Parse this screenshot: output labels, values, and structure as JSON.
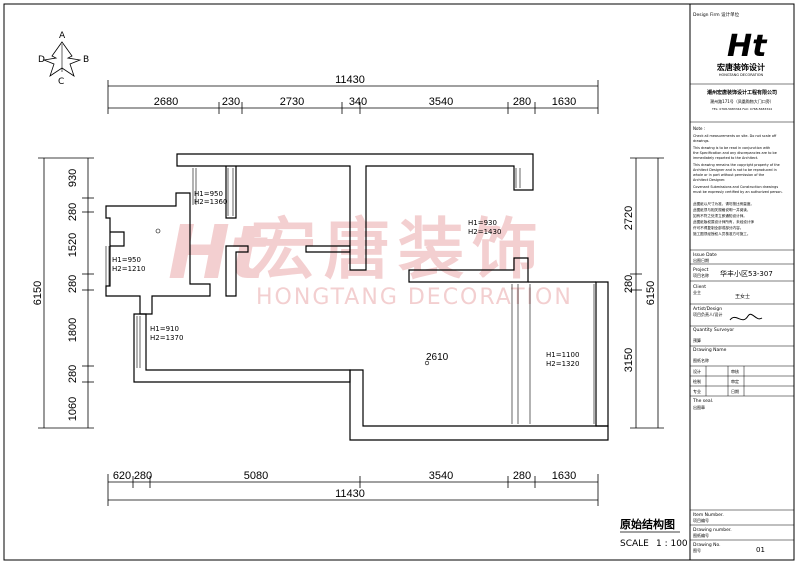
{
  "compass": {
    "a": "A",
    "b": "B",
    "c": "C",
    "d": "D"
  },
  "dims_top": {
    "total": "11430",
    "segments": [
      "2680",
      "230",
      "2730",
      "340",
      "3540",
      "280",
      "1630"
    ]
  },
  "dims_bottom": {
    "total": "11430",
    "segments": [
      "620",
      "280",
      "5080",
      "3540",
      "280",
      "1630"
    ]
  },
  "dims_left": {
    "total": "6150",
    "segments": [
      "930",
      "280",
      "1520",
      "280",
      "1800",
      "280",
      "1060"
    ]
  },
  "dims_right": {
    "total": "6150",
    "segments": [
      "2720",
      "280",
      "3150"
    ]
  },
  "window_labels": {
    "w1_h1": "H1=950",
    "w1_h2": "H2=1360",
    "w2_h1": "H1=950",
    "w2_h2": "H2=1210",
    "w3_h1": "H1=910",
    "w3_h2": "H2=1370",
    "w4_h1": "H1=930",
    "w4_h2": "H2=1430",
    "w5_h1": "H1=1100",
    "w5_h2": "H2=1320"
  },
  "room_dim": "2610",
  "watermark": {
    "cn": "宏唐装饰",
    "en": "HONGTANG DECORATION",
    "logo": "Ht"
  },
  "plan_title": "原始结构图",
  "scale": {
    "label": "SCALE",
    "value": "1 : 100"
  },
  "title_block": {
    "design_firm": "Design Firm  设计单位",
    "logo_cn": "宏唐装饰设计",
    "logo_en": "HONGTANG DECORATION",
    "company": "潮州宏唐装饰设计工程有限公司",
    "address": "潮州路171号（凤凰购物大门口旁）",
    "tel": "TEL: 0768-5683344      FAX: 0768-5683344",
    "note_head": "Note :",
    "note_lines": [
      "Check all measurements on site. Do not scale off",
      "drawings.",
      "This drawing is to be read in conjunction with",
      "the Specification and any discrepancies are to be",
      "immediately reported to the Architect.",
      "This drawing remains the copyright property of the",
      "Architect Designer and is not to be reproduced in",
      "whole or in part without permission of the",
      "Architect Designer.",
      "Covenant Submissions and Construction drawings",
      "must be expressly certified by an authorized person."
    ],
    "cn_note_lines": [
      "此图纸以尺寸为准，请勿按比例量度。",
      "此图纸须与相关规格说明一并阅读，",
      "如有不符之处须立即通知设计师。",
      "此图纸版权属设计师所有，未经设计师",
      "许可不得复制全部或部分内容。",
      "施工图须经授权人员核准方可施工。"
    ],
    "issue_date_en": "Issue Date",
    "issue_date_cn": "出图日期",
    "project_en": "Project",
    "project_cn": "项目名称",
    "project_value": "华丰小区53-307",
    "client_en": "Client",
    "client_cn": "业主",
    "client_value": "王女士",
    "designer_en": "Artist/Design",
    "designer_cn": "项目负责人/设计",
    "qs_en": "Quantity Surveyor",
    "qs_cn": "预算",
    "drawing_name_en": "Drawing Name",
    "drawing_name_cn": "图纸名称",
    "grid": [
      "设计",
      "审核",
      "绘制",
      "审定",
      "专业",
      "日期"
    ],
    "seal_en": "The seal.",
    "seal_cn": "出图章",
    "item_no_en": "Item Number.",
    "item_no_cn": "项目编号",
    "dwg_no_en": "Drawing number.",
    "dwg_no_cn": "图纸编号",
    "dwg_no2_en": "Drawing No.",
    "dwg_no2_cn": "图号",
    "sheet_no": "01"
  },
  "colors": {
    "wall": "#000000",
    "watermark": "#f1c9ca",
    "line": "#000000"
  }
}
